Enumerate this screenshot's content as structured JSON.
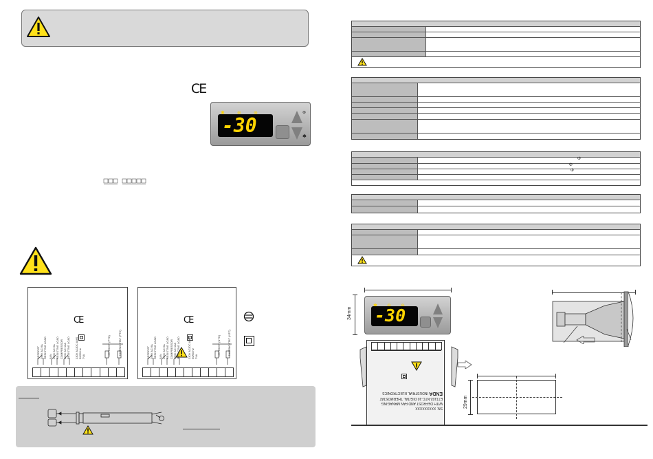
{
  "front_display": {
    "reading": "-30"
  },
  "ce_mark": "CE",
  "spec_tables": [
    {
      "rows": [
        1,
        1,
        2,
        1
      ],
      "has_warning": true
    },
    {
      "rows": [
        2,
        1,
        1,
        1,
        1,
        2,
        1
      ],
      "has_warning": false
    },
    {
      "rows": [
        1,
        1,
        1,
        1,
        1
      ],
      "has_warning": false,
      "phi_symbol": "Φ"
    },
    {
      "rows": [
        1,
        1
      ],
      "has_warning": false
    },
    {
      "rows": [
        1,
        2,
        1
      ],
      "has_warning": true
    }
  ],
  "wiring_left": {
    "labels": [
      "DEFROST\n250V AC 6A\nRESISTIVE LOAD",
      "FAN\n250V AC 6A\nRESISTIVE LOAD",
      "COMPRESSOR\n250V AC 10A\nRESISTIVE LOAD",
      "230V AC/DC AMS\n50/60 Hz\n7VA",
      "DEFROST (PTC)",
      "THERMOSTAT (PTC)"
    ]
  },
  "wiring_right": {
    "labels": [
      "DEFROST\n250V AC 6A\nRESISTIVE LOAD",
      "FAN\n250V AC 6A\nRESISTIVE LOAD",
      "COMPRESSOR\n250V AC 10A\nRESISTIVE LOAD",
      "230V AC/DC AMS\n50/60 Hz\n7VA",
      "DEFROST (NTC)",
      "THERMOSTAT (NTC)"
    ]
  },
  "rear_label": {
    "brand": "ENDA",
    "subtitle": "INDUSTRIAL ELECTRONICS",
    "model": "ET1102-NTC-10 DIGITAL THERMOSTAT",
    "desc": "WITH DEFROST AND FAN MANAGING",
    "serial": "SN: XXXXXXXXX"
  },
  "dimensions": {
    "height_front": "34mm",
    "height_cutout": "29mm"
  },
  "colors": {
    "display_bg": "#050505",
    "digits": "#ffd400",
    "warning": "#ffe11a",
    "panel": "#d2d2d2"
  }
}
